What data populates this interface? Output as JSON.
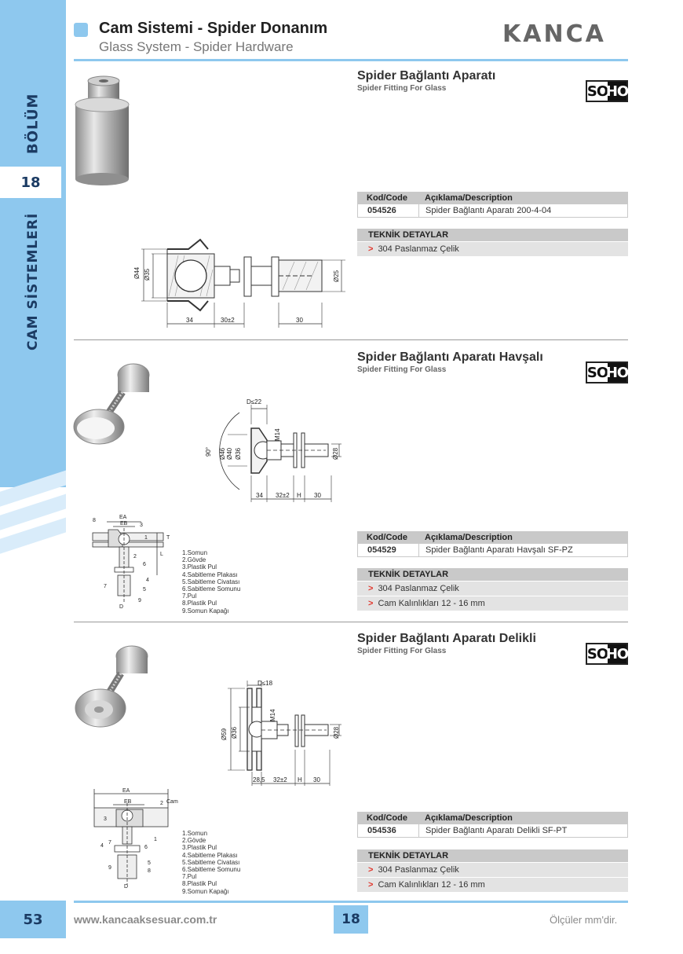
{
  "sidebar": {
    "section_label": "BÖLÜM",
    "chapter_number": "18",
    "chapter_title": "CAM SİSTEMLERİ"
  },
  "header": {
    "title": "Cam Sistemi - Spider Donanım",
    "subtitle": "Glass System - Spider Hardware",
    "brand": "KANCA"
  },
  "products": [
    {
      "title": "Spider Bağlantı Aparatı",
      "subtitle": "Spider Fitting For Glass",
      "badge_left": "SO",
      "badge_right": "HO",
      "table_header": {
        "code": "Kod/Code",
        "description": "Açıklama/Description"
      },
      "code": "054526",
      "description": "Spider Bağlantı Aparatı 200-4-04",
      "tech_header": "TEKNİK DETAYLAR",
      "tech_items": [
        "304 Paslanmaz Çelik"
      ],
      "dims": {
        "d_outer": "Ø44",
        "d_inner": "Ø35",
        "d_right": "Ø25",
        "len_a": "34",
        "len_b": "30±2",
        "len_c": "30"
      }
    },
    {
      "title": "Spider Bağlantı Aparatı Havşalı",
      "subtitle": "Spider Fitting For Glass",
      "badge_left": "SO",
      "badge_right": "HO",
      "table_header": {
        "code": "Kod/Code",
        "description": "Açıklama/Description"
      },
      "code": "054529",
      "description": "Spider Bağlantı Aparatı Havşalı SF-PZ",
      "tech_header": "TEKNİK DETAYLAR",
      "tech_items": [
        "304 Paslanmaz Çelik",
        "Cam Kalınlıkları 12 - 16 mm"
      ],
      "dims": {
        "d_top": "D≤22",
        "angle": "90°",
        "d_a": "Ø46",
        "d_b": "Ø40",
        "d_c": "Ø36",
        "thread": "M14",
        "d_right": "Ø28",
        "len_a": "34",
        "len_b": "32±2",
        "len_h": "H",
        "len_c": "30"
      },
      "assembly_labels": {
        "ea": "EA",
        "eb": "EB",
        "t": "T",
        "l": "L",
        "d": "D"
      },
      "parts": [
        "1.Somun",
        "2.Gövde",
        "3.Plastik Pul",
        "4.Sabitleme Plakası",
        "5.Sabitleme Civatası",
        "6.Sabitleme Somunu",
        "7.Pul",
        "8.Plastik Pul",
        "9.Somun Kapağı"
      ]
    },
    {
      "title": "Spider Bağlantı Aparatı Delikli",
      "subtitle": "Spider Fitting For Glass",
      "badge_left": "SO",
      "badge_right": "HO",
      "table_header": {
        "code": "Kod/Code",
        "description": "Açıklama/Description"
      },
      "code": "054536",
      "description": "Spider Bağlantı Aparatı Delikli SF-PT",
      "tech_header": "TEKNİK DETAYLAR",
      "tech_items": [
        "304 Paslanmaz Çelik",
        "Cam Kalınlıkları 12 - 16 mm"
      ],
      "dims": {
        "d_top": "D≤18",
        "d_a": "Ø59",
        "d_b": "Ø36",
        "thread": "M14",
        "d_right": "Ø28",
        "len_a": "28,5",
        "len_b": "32±2",
        "len_h": "H",
        "len_c": "30"
      },
      "assembly_labels": {
        "ea": "EA",
        "eb": "EB",
        "cam": "Cam",
        "d": "D"
      },
      "parts": [
        "1.Somun",
        "2.Gövde",
        "3.Plastik Pul",
        "4.Sabitleme Plakası",
        "5.Sabitleme Civatası",
        "6.Sabitleme Somunu",
        "7.Pul",
        "8.Plastik Pul",
        "9.Somun Kapağı"
      ]
    }
  ],
  "footer": {
    "page_number": "53",
    "website": "www.kancaaksesuar.com.tr",
    "chapter": "18",
    "note": "Ölçüler mm'dir."
  },
  "colors": {
    "accent": "#8ec8ee",
    "dark_text": "#1b3b63",
    "arrow": "#e0352b",
    "table_header": "#c9c9c9"
  }
}
